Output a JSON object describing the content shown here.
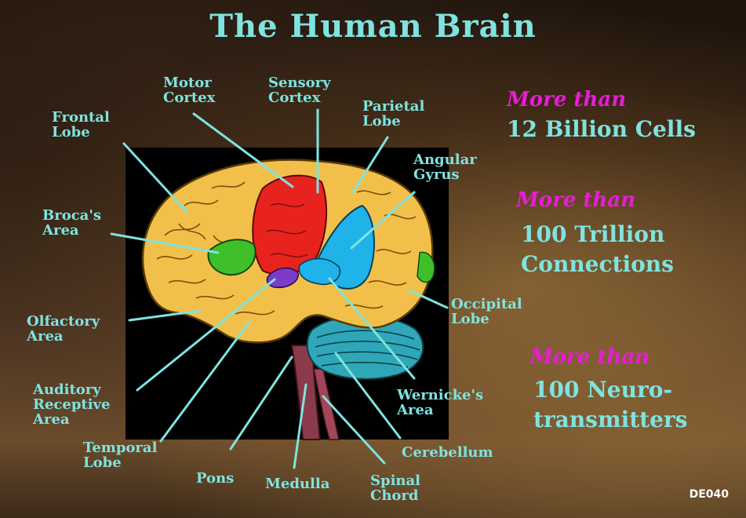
{
  "title": "The Human Brain",
  "labels": {
    "frontal_lobe": "Frontal\nLobe",
    "motor_cortex": "Motor\nCortex",
    "sensory_cortex": "Sensory\nCortex",
    "parietal_lobe": "Parietal\nLobe",
    "angular_gyrus": "Angular\nGyrus",
    "brocas_area": "Broca's\nArea",
    "olfactory_area": "Olfactory\nArea",
    "auditory_receptive_area": "Auditory\nReceptive\nArea",
    "temporal_lobe": "Temporal\nLobe",
    "pons": "Pons",
    "medulla": "Medulla",
    "spinal_chord": "Spinal\nChord",
    "cerebellum": "Cerebellum",
    "wernickes_area": "Wernicke's\nArea",
    "occipital_lobe": "Occipital\nLobe"
  },
  "facts": [
    {
      "prefix": "More than",
      "text": "12 Billion Cells"
    },
    {
      "prefix": "More than",
      "text": "100 Trillion\nConnections"
    },
    {
      "prefix": "More than",
      "text": "100 Neuro-\ntransmitters"
    }
  ],
  "code": "DE040",
  "colors": {
    "label_text": "#7fe3e0",
    "accent_text": "#e61ed2",
    "brain_yellow": "#f2c04a",
    "motor_red": "#e8231e",
    "sensory_blue": "#1fb3ea",
    "broca_green": "#3fbf2a",
    "cerebellum_teal": "#2fa7b8",
    "stem_maroon": "#8a3a4a"
  }
}
